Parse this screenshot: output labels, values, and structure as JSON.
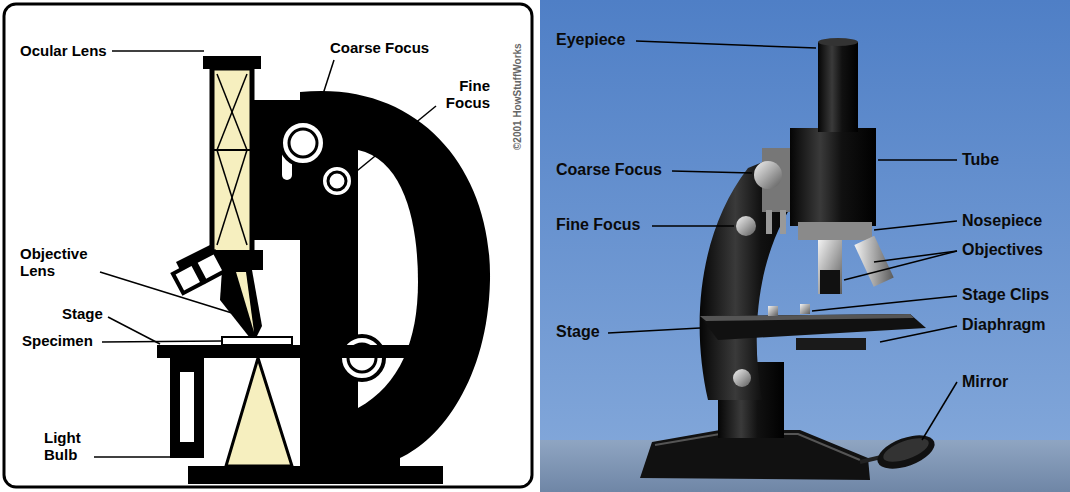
{
  "diagram": {
    "labels": [
      "Ocular Lens",
      "Coarse Focus",
      "Fine Focus",
      "Objective Lens",
      "Stage",
      "Specimen",
      "Light Bulb",
      "©2001 HowStuffWorks",
      "Eyepiece",
      "Tube",
      "Coarse Focus",
      "Fine Focus",
      "Nosepiece",
      "Objectives",
      "Stage",
      "Stage Clips",
      "Diaphragm",
      "Mirror"
    ]
  }
}
